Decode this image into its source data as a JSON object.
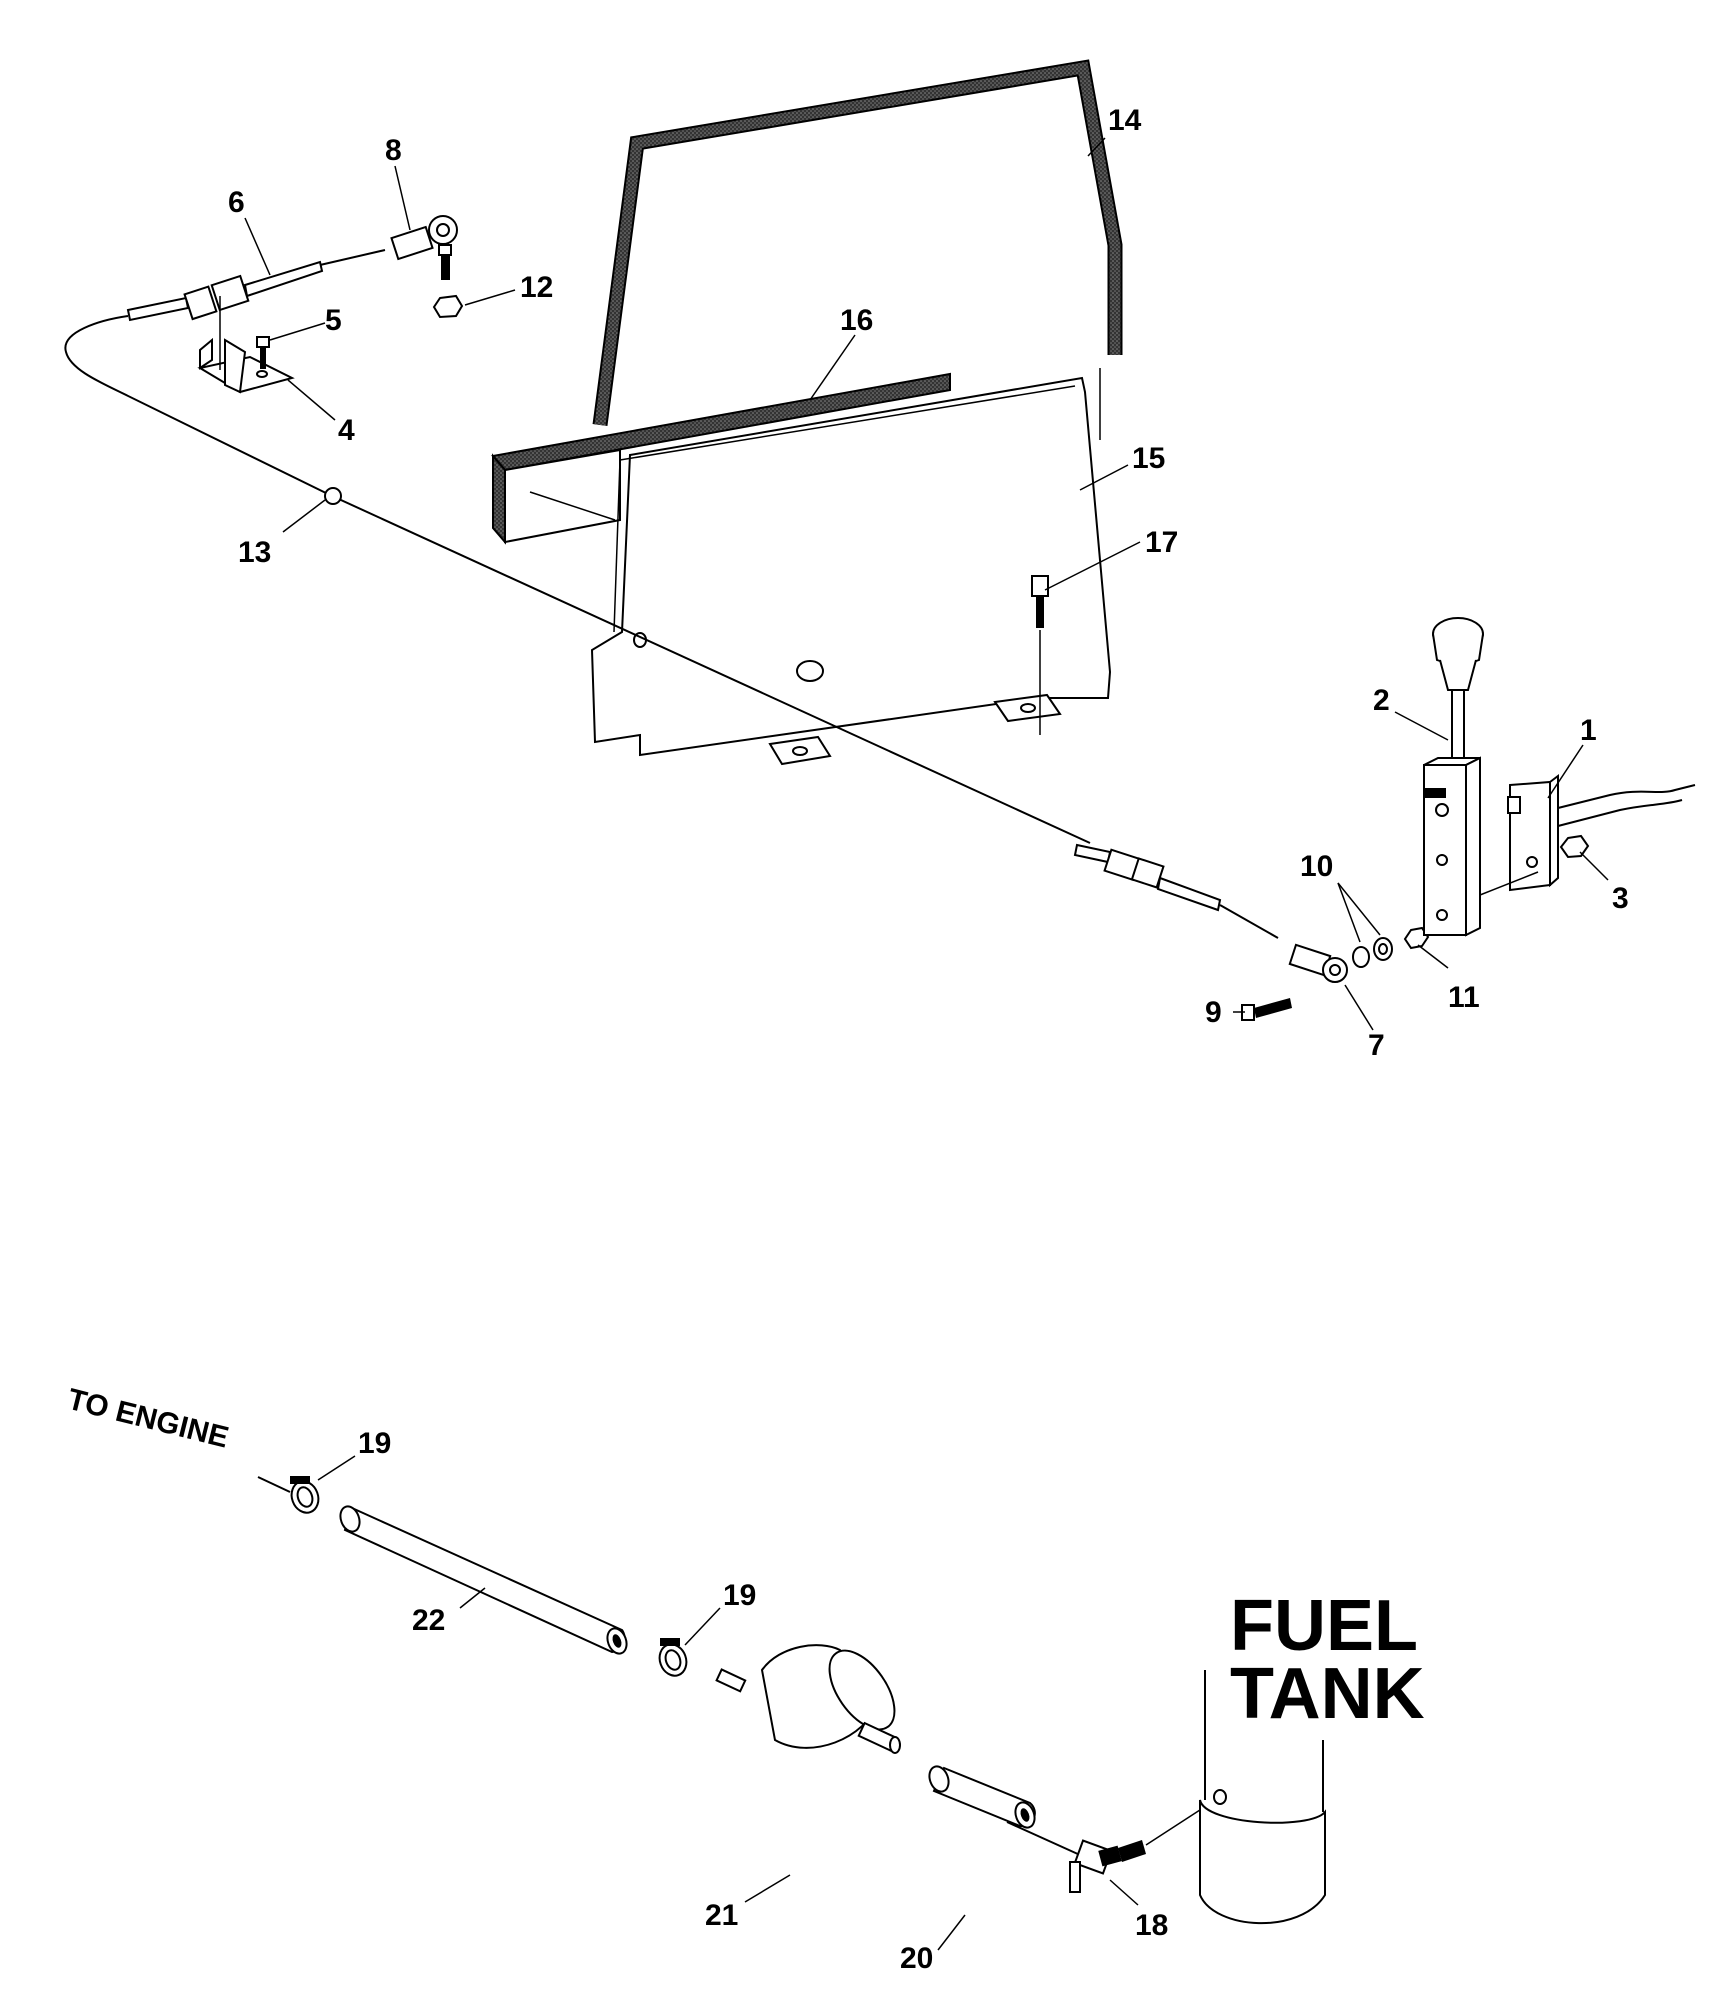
{
  "diagram": {
    "callouts": {
      "c1": "1",
      "c2": "2",
      "c3": "3",
      "c4": "4",
      "c5": "5",
      "c6": "6",
      "c7": "7",
      "c8": "8",
      "c9": "9",
      "c10": "10",
      "c11": "11",
      "c12": "12",
      "c13": "13",
      "c14": "14",
      "c15": "15",
      "c16": "16",
      "c17": "17",
      "c18": "18",
      "c19a": "19",
      "c19b": "19",
      "c20": "20",
      "c21": "21",
      "c22": "22"
    },
    "captions": {
      "to_engine": "TO ENGINE",
      "fuel": "FUEL",
      "tank": "TANK"
    }
  }
}
